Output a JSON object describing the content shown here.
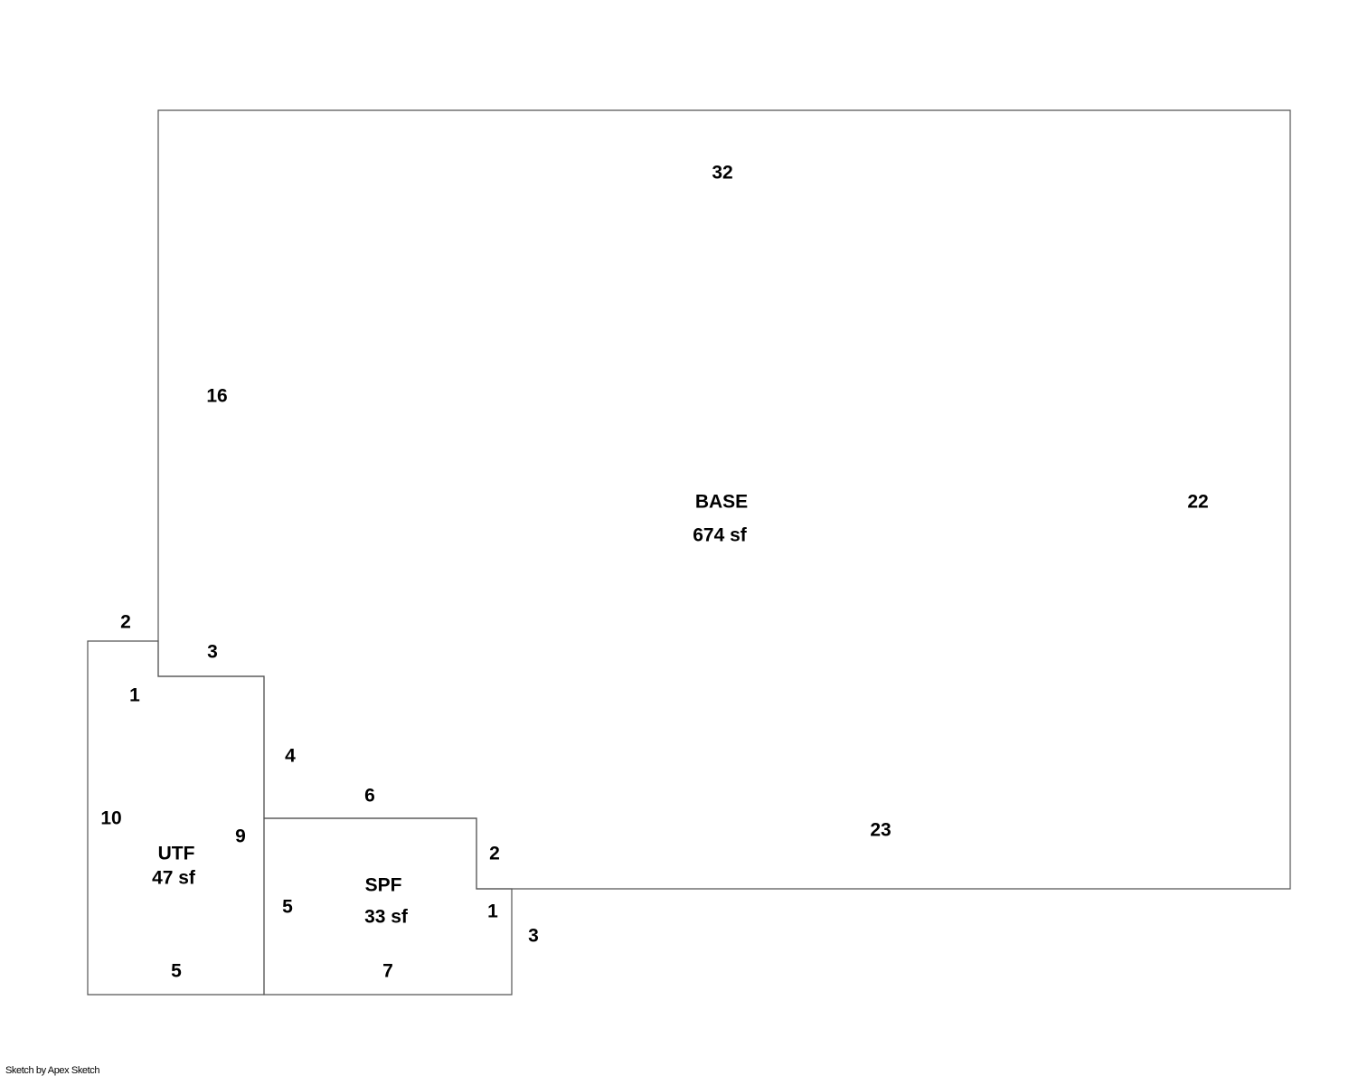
{
  "areas": {
    "base": {
      "name": "BASE",
      "area": "674 sf"
    },
    "utf": {
      "name": "UTF",
      "area": "47 sf"
    },
    "spf": {
      "name": "SPF",
      "area": "33 sf"
    }
  },
  "dimensions": {
    "base_top": "32",
    "base_left": "16",
    "base_right": "22",
    "base_bottom": "23",
    "notch_top": "3",
    "notch_side": "4",
    "step_top": "6",
    "step_side": "2",
    "utf_top": "2",
    "utf_notch": "1",
    "utf_left": "10",
    "utf_right": "9",
    "utf_bottom": "5",
    "spf_left": "5",
    "spf_right": "1",
    "spf_outer": "3",
    "spf_bottom": "7"
  },
  "footer": {
    "credit": "Sketch by Apex Sketch"
  }
}
